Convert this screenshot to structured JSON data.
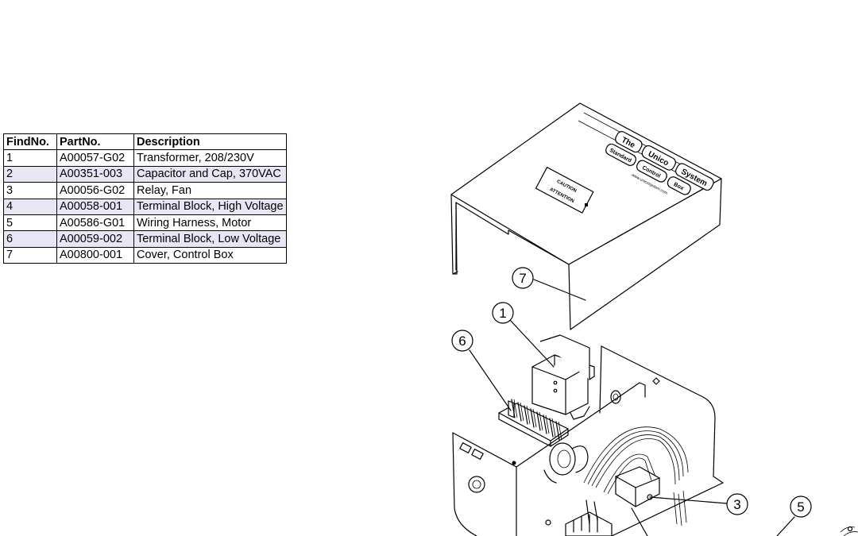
{
  "table": {
    "headers": [
      "FindNo.",
      "PartNo.",
      "Description"
    ],
    "rows": [
      {
        "find": "1",
        "part": "A00057-G02",
        "desc": "Transformer, 208/230V"
      },
      {
        "find": "2",
        "part": "A00351-003",
        "desc": "Capacitor and Cap, 370VAC"
      },
      {
        "find": "3",
        "part": "A00056-G02",
        "desc": "Relay, Fan"
      },
      {
        "find": "4",
        "part": "A00058-001",
        "desc": "Terminal Block, High Voltage"
      },
      {
        "find": "5",
        "part": "A00586-G01",
        "desc": "Wiring Harness, Motor"
      },
      {
        "find": "6",
        "part": "A00059-002",
        "desc": "Terminal Block, Low Voltage"
      },
      {
        "find": "7",
        "part": "A00800-001",
        "desc": "Cover, Control Box"
      }
    ]
  },
  "callouts": [
    "7",
    "1",
    "6",
    "3",
    "5"
  ],
  "cover_logo": {
    "word1": "The",
    "word2": "Unico",
    "word3": "System"
  },
  "cover_buttons": [
    "Standard",
    "Control",
    "Box"
  ],
  "cover_url": "www.unicosystem.com",
  "cover_warning": {
    "caution": "CAUTION",
    "attention": "ATTENTION"
  },
  "colors": {
    "row_shade": "#e6e6f5",
    "line": "#000000"
  }
}
